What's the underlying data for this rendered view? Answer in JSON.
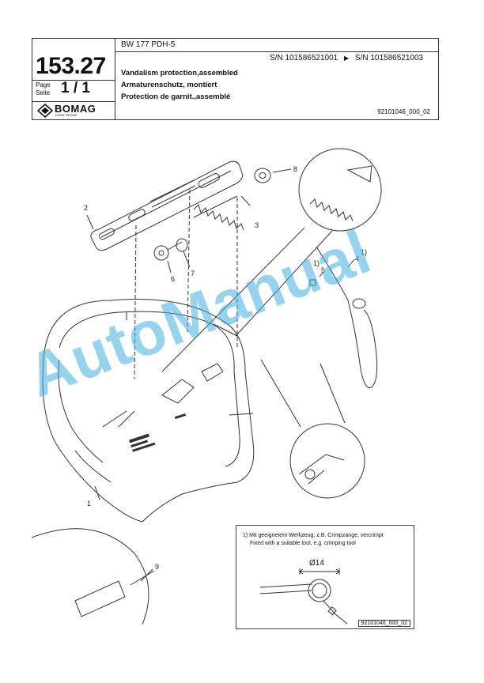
{
  "header": {
    "model": "BW 177 PDH-5",
    "page_number": "153.27",
    "page_label_line1": "Page",
    "page_label_line2": "Seite",
    "page_fraction": "1 / 1",
    "sn_from": "S/N 101586521001",
    "sn_arrow": "▶",
    "sn_to": "S/N 101586521003",
    "title_en": "Vandalism protection,assembled",
    "title_de": "Armaturenschutz, montiert",
    "title_fr": "Protection de garnit.,assemblé",
    "doc_id": "92101046_000_02",
    "logo_text": "BOMAG",
    "logo_sub": "FAYAT GROUP"
  },
  "callouts": {
    "c1": "1",
    "c2": "2",
    "c3": "3",
    "c4": "4",
    "c4sup": "1)",
    "c5": "5",
    "c5sup": "1)",
    "c6": "6",
    "c7": "7",
    "c8": "8",
    "c9": "9"
  },
  "note": {
    "line1": "1) Mit geeignetem Werkzeug, z.B. Crimpzange, vercrimpt",
    "line2": "Fixed with a suitable tool, e.g. crimping tool",
    "dimension": "Ø14",
    "doc_id": "92101046_000_02"
  },
  "watermark": "AutoManual",
  "colors": {
    "watermark": "#40AFE1",
    "line": "#333333"
  }
}
